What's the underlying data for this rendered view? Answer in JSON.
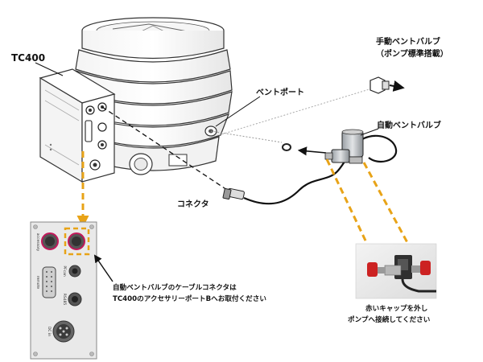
{
  "labels": {
    "controller": "TC400",
    "manual_valve_line1": "手動ベントバルブ",
    "manual_valve_line2": "（ポンプ標準搭載）",
    "vent_port": "ベントポート",
    "auto_valve": "自動ベントバルブ",
    "connector": "コネクタ",
    "instruction_line1": "自動ベントバルブのケーブルコネクタは",
    "instruction_line2": "TC400のアクセサリーポートBへお取付ください",
    "cap_line1": "赤いキャップを外し",
    "cap_line2": "ポンプへ接続してください"
  },
  "panel_labels": {
    "accessory": "accessory",
    "remote": "remote",
    "pfcan": "PFcan",
    "rs485": "RS485",
    "dc_in": "DC in"
  },
  "colors": {
    "callout": "#e8a317",
    "cap_red": "#cc2222",
    "line": "#111111"
  }
}
